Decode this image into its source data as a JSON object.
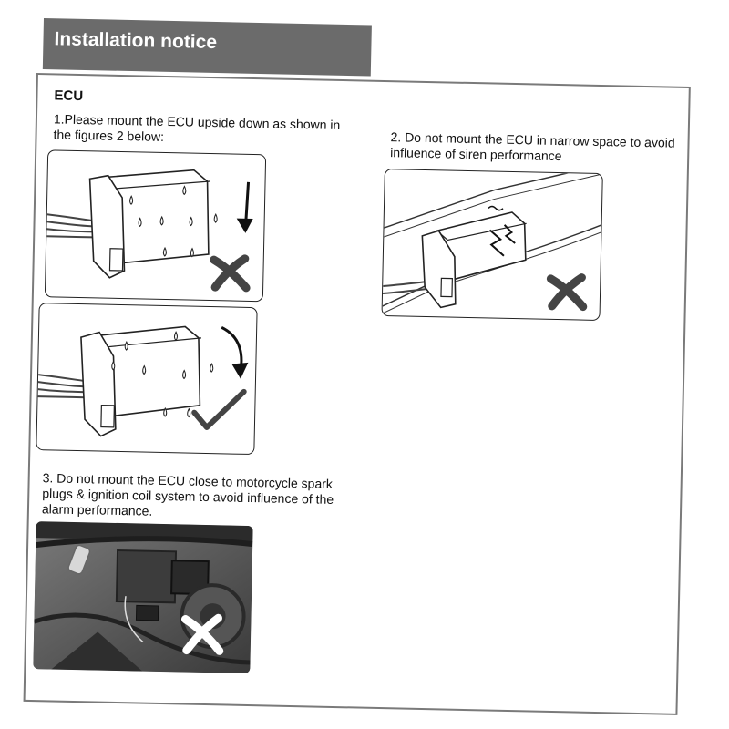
{
  "header": {
    "title": "Installation notice",
    "bg_color": "#6b6b6b"
  },
  "section": {
    "label": "ECU"
  },
  "notes": {
    "note1": "1.Please mount the ECU upside down as shown in the figures 2 below:",
    "note2": "2. Do not mount the ECU in narrow space to avoid influence of siren performance",
    "note3": "3. Do not mount the ECU close to motorcycle spark plugs & ignition coil system to avoid influence of the alarm performance."
  },
  "figures": {
    "fig1": {
      "verdict_icon": "cross-icon"
    },
    "fig2": {
      "verdict_icon": "check-icon"
    },
    "fig3": {
      "verdict_icon": "cross-icon"
    },
    "photo": {
      "verdict_icon": "cross-icon"
    }
  }
}
